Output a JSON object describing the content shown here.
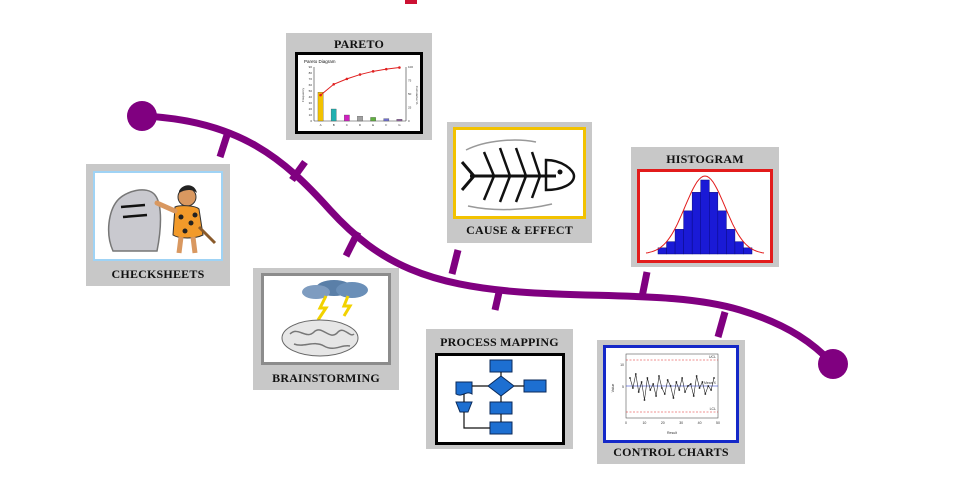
{
  "colors": {
    "path": "#800080",
    "card_bg": "#c8c8c8",
    "pareto_border": "#000000",
    "cause_effect_border": "#f2c200",
    "histogram_border": "#e21b1b",
    "control_charts_border": "#1428c8",
    "checksheets_border": "#9fd3f5",
    "brainstorming_border": "#8c8c8c",
    "process_mapping_border": "#000000",
    "histogram_bars": "#1a1ad6",
    "flow_box": "#1d6fd1"
  },
  "tools": {
    "checksheets": {
      "label": "CHECKSHEETS",
      "icon": "caveman-stone-tablet"
    },
    "pareto": {
      "label": "PARETO",
      "icon": "pareto-chart"
    },
    "brainstorming": {
      "label": "BRAINSTORMING",
      "icon": "brain-storm-cloud"
    },
    "cause_effect": {
      "label": "CAUSE & EFFECT",
      "icon": "fishbone"
    },
    "process_mapping": {
      "label": "PROCESS MAPPING",
      "icon": "flowchart"
    },
    "histogram": {
      "label": "HISTOGRAM",
      "icon": "histogram-chart"
    },
    "control_charts": {
      "label": "CONTROL CHARTS",
      "icon": "control-chart"
    }
  },
  "pareto_chart": {
    "title": "Pareto Diagram",
    "categories": [
      "A",
      "B",
      "C",
      "D",
      "E",
      "F",
      "G"
    ],
    "values": [
      48,
      20,
      10,
      8,
      6,
      4,
      3
    ],
    "cumulative_pct": [
      48,
      68,
      78,
      86,
      92,
      96,
      99
    ],
    "left_ticks": [
      "90",
      "80",
      "70",
      "60",
      "50",
      "40",
      "30",
      "20",
      "10",
      "0"
    ],
    "right_ticks": [
      "100",
      "75",
      "50",
      "25",
      "0"
    ],
    "ylabel_left": "Frequency",
    "ylabel_right": "Cumulative %"
  },
  "histogram_chart": {
    "values": [
      1,
      2,
      4,
      7,
      10,
      12,
      10,
      7,
      4,
      2,
      1
    ]
  },
  "control_chart": {
    "ucl_label": "UCL",
    "lcl_label": "LCL",
    "mean_label": "Mean X",
    "ylabel": "Value",
    "xlabel": "Result",
    "x_ticks": [
      "0",
      "10",
      "20",
      "30",
      "40",
      "50"
    ],
    "y_ticks": [
      "10",
      "5"
    ]
  }
}
